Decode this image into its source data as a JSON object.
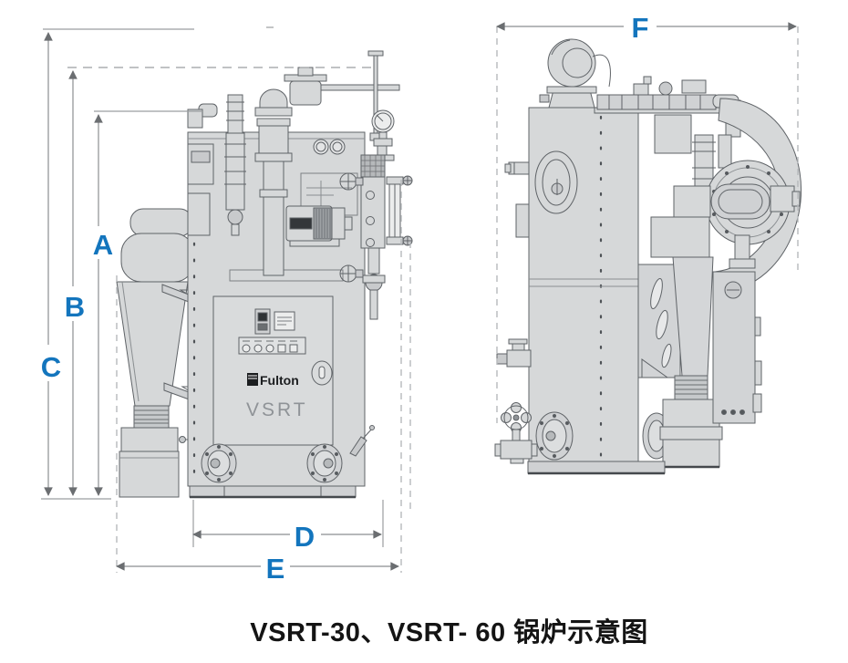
{
  "figure": {
    "caption": "VSRT-30、VSRT- 60 锅炉示意图",
    "brand": "Fulton",
    "model": "VSRT"
  },
  "dimensions": {
    "a": "A",
    "b": "B",
    "c": "C",
    "d": "D",
    "e": "E",
    "f": "F"
  },
  "colors": {
    "dimension_label": "#1375BD",
    "drawing_fill": "#D6D8D9",
    "drawing_stroke": "#5F6367",
    "caption_text": "#141414"
  }
}
